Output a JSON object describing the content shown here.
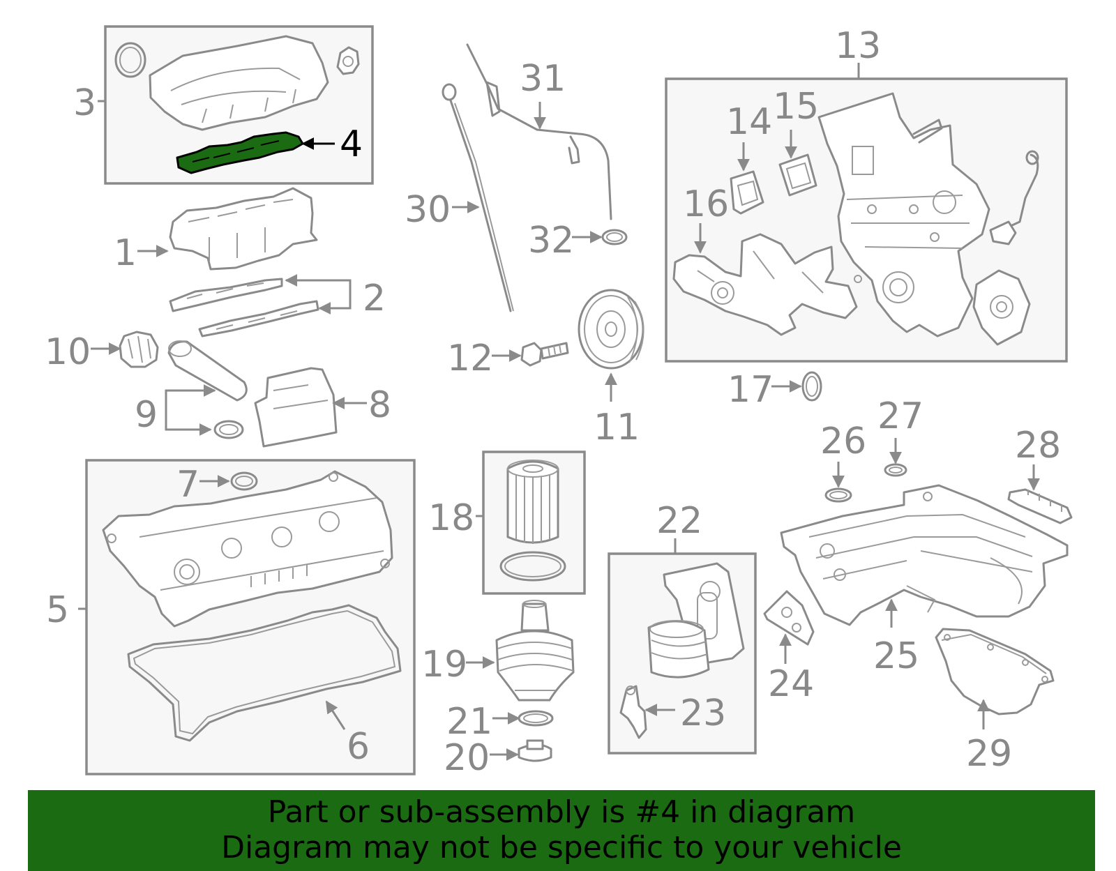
{
  "diagram": {
    "highlighted_part": "4",
    "labels": {
      "n1": "1",
      "n2": "2",
      "n3": "3",
      "n4": "4",
      "n5": "5",
      "n6": "6",
      "n7": "7",
      "n8": "8",
      "n9": "9",
      "n10": "10",
      "n11": "11",
      "n12": "12",
      "n13": "13",
      "n14": "14",
      "n15": "15",
      "n16": "16",
      "n17": "17",
      "n18": "18",
      "n19": "19",
      "n20": "20",
      "n21": "21",
      "n22": "22",
      "n23": "23",
      "n24": "24",
      "n25": "25",
      "n26": "26",
      "n27": "27",
      "n28": "28",
      "n29": "29",
      "n30": "30",
      "n31": "31",
      "n32": "32"
    },
    "colors": {
      "highlight": "#1b6b12",
      "line_art": "#8a8a8a",
      "banner_bg": "#1b6b12"
    }
  },
  "banner": {
    "line1": "Part or sub-assembly is #4 in diagram",
    "line2": "Diagram may not be specific to your vehicle"
  }
}
